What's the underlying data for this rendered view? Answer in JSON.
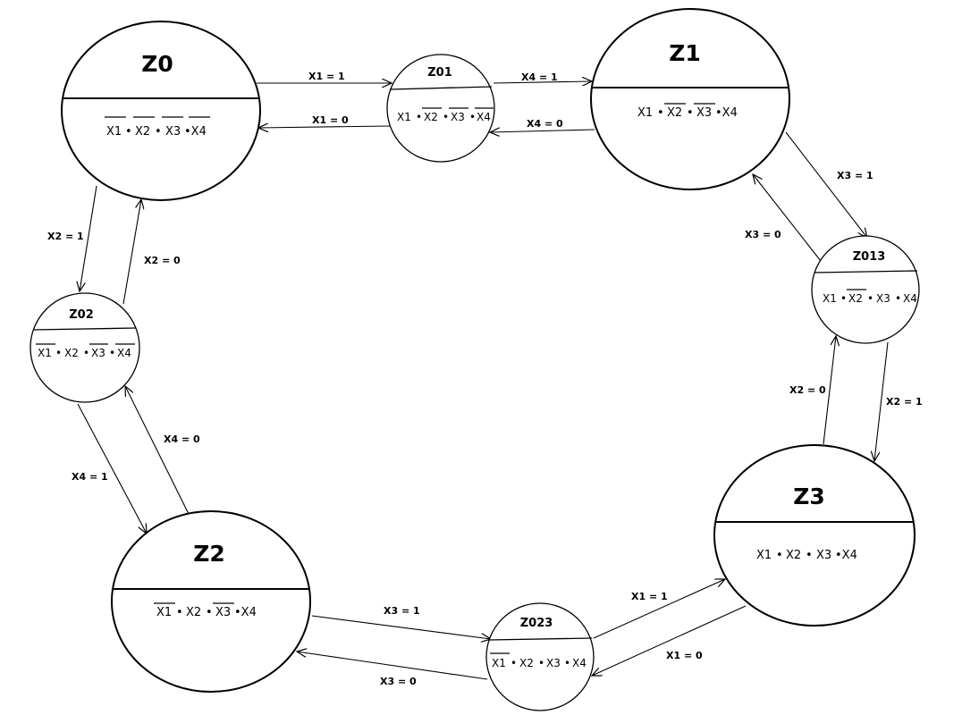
{
  "diagram": {
    "states": {
      "z0": {
        "name": "Z0",
        "eq": [
          "X1",
          "•",
          "X2",
          "•",
          "X3",
          "•X4"
        ],
        "eq_bars": [
          true,
          true,
          true,
          true
        ]
      },
      "z01": {
        "name": "Z01",
        "eq": [
          "X1",
          "•",
          "X2",
          "•",
          "X3",
          "•",
          "X4"
        ],
        "eq_bars": [
          false,
          true,
          true,
          true
        ]
      },
      "z1": {
        "name": "Z1",
        "eq": [
          "X1",
          "•",
          "X2",
          "•",
          "X3",
          "•X4"
        ],
        "eq_bars": [
          false,
          true,
          true,
          false
        ]
      },
      "z02": {
        "name": "Z02",
        "eq": [
          "X1",
          "•",
          "X2",
          "•",
          "X3",
          "•",
          "X4"
        ],
        "eq_bars": [
          true,
          false,
          true,
          true
        ]
      },
      "z013": {
        "name": "Z013",
        "eq": [
          "X1",
          "•",
          "X2",
          "•",
          "X3",
          "•",
          "X4"
        ],
        "eq_bars": [
          false,
          true,
          false,
          false
        ]
      },
      "z2": {
        "name": "Z2",
        "eq": [
          "X1",
          "•",
          "X2",
          "•",
          "X3",
          "•X4"
        ],
        "eq_bars": [
          true,
          false,
          true,
          false
        ]
      },
      "z3": {
        "name": "Z3",
        "eq": [
          "X1",
          "•",
          "X2",
          "•",
          "X3",
          "•X4"
        ],
        "eq_bars": [
          false,
          false,
          false,
          false
        ]
      },
      "z023": {
        "name": "Z023",
        "eq": [
          "X1",
          "•",
          "X2",
          "•",
          "X3",
          "•",
          "X4"
        ],
        "eq_bars": [
          true,
          false,
          false,
          false
        ]
      }
    },
    "transitions": {
      "z0_to_z01": "X1 = 1",
      "z01_to_z0": "X1 = 0",
      "z01_to_z1": "X4 = 1",
      "z1_to_z01": "X4 = 0",
      "z1_to_z013": "X3 = 1",
      "z013_to_z1": "X3 = 0",
      "z013_to_z3": "X2 = 1",
      "z3_to_z013": "X2 = 0",
      "z3_to_z023": "X1 = 0",
      "z023_to_z3": "X1 = 1",
      "z2_to_z023": "X3 = 1",
      "z023_to_z2": "X3 = 0",
      "z02_to_z2": "X4 = 1",
      "z2_to_z02": "X4 = 0",
      "z0_to_z02": "X2 = 1",
      "z02_to_z0": "X2 = 0"
    }
  }
}
